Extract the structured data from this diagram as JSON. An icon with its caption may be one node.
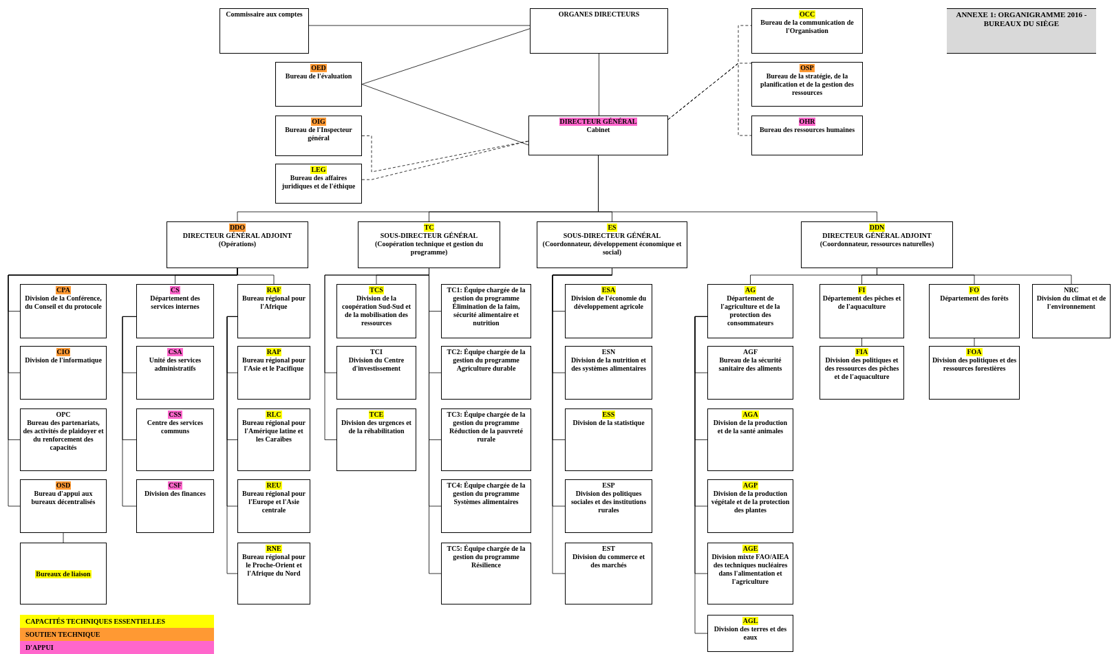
{
  "diagram": {
    "title": "ANNEXE 1: ORGANIGRAMME 2016 - BUREAUX DU SIÈGE",
    "nodes": [
      {
        "text": [
          "Commissaire aux comptes"
        ]
      },
      {
        "text": [
          "ORGANES DIRECTEURS"
        ]
      },
      {
        "text": [
          "OED",
          "Bureau de l'évaluation"
        ]
      },
      {
        "text": [
          "OIG",
          "Bureau de l'Inspecteur général"
        ]
      },
      {
        "text": [
          "LEG",
          "Bureau des affaires juridiques et de l'éthique"
        ]
      },
      {
        "text": [
          "DIRECTEUR GÉNÉRAL",
          "Cabinet"
        ]
      },
      {
        "text": [
          "OCC",
          "Bureau de la communication de l'Organisation"
        ]
      },
      {
        "text": [
          "OSP",
          "Bureau de la stratégie, de la planification et de la gestion des ressources"
        ]
      },
      {
        "text": [
          "OHR",
          "Bureau des ressources humaines"
        ]
      },
      {
        "text": [
          "DDO",
          "DIRECTEUR GÉNÉRAL ADJOINT",
          "(Opérations)"
        ]
      },
      {
        "text": [
          "TC",
          "SOUS-DIRECTEUR GÉNÉRAL",
          "(Coopération technique et gestion du programme)"
        ]
      },
      {
        "text": [
          "ES",
          "SOUS-DIRECTEUR GÉNÉRAL",
          "(Coordonnateur, développement économique et social)"
        ]
      },
      {
        "text": [
          "DDN",
          "DIRECTEUR GÉNÉRAL ADJOINT",
          "(Coordonnateur, ressources naturelles)"
        ]
      },
      {
        "text": [
          "CPA",
          "Division de la Conférence, du Conseil et du protocole"
        ]
      },
      {
        "text": [
          "CIO",
          "Division de l'informatique"
        ]
      },
      {
        "text": [
          "OPC",
          "Bureau des partenariats, des activités de plaidoyer et du renforcement des capacités"
        ]
      },
      {
        "text": [
          "OSD",
          "Bureau d'appui aux bureaux décentralisés"
        ]
      },
      {
        "text": [
          "Bureaux de liaison"
        ]
      },
      {
        "text": [
          "CS",
          "Département des services internes"
        ]
      },
      {
        "text": [
          "CSA",
          "Unité des services administratifs"
        ]
      },
      {
        "text": [
          "CSS",
          "Centre des services communs"
        ]
      },
      {
        "text": [
          "CSF",
          "Division des finances"
        ]
      },
      {
        "text": [
          "RAF",
          "Bureau régional pour l'Afrique"
        ]
      },
      {
        "text": [
          "RAP",
          "Bureau régional pour l'Asie et le Pacifique"
        ]
      },
      {
        "text": [
          "RLC",
          "Bureau régional pour l'Amérique latine et les Caraïbes"
        ]
      },
      {
        "text": [
          "REU",
          "Bureau régional pour l'Europe et l'Asie centrale"
        ]
      },
      {
        "text": [
          "RNE",
          "Bureau régional pour le Proche-Orient et l'Afrique du Nord"
        ]
      },
      {
        "text": [
          "TCS",
          "Division de la coopération Sud-Sud et de la mobilisation des ressources"
        ]
      },
      {
        "text": [
          "TCI",
          "Division du Centre d'investissement"
        ]
      },
      {
        "text": [
          "TCE",
          "Division des urgences et de la réhabilitation"
        ]
      },
      {
        "text": [
          "TC1: Équipe chargée de la gestion du programme Élimination de la faim, sécurité alimentaire et nutrition"
        ]
      },
      {
        "text": [
          "TC2: Équipe chargée de la gestion du programme Agriculture durable"
        ]
      },
      {
        "text": [
          "TC3: Équipe chargée de la gestion du programme Réduction de la pauvreté rurale"
        ]
      },
      {
        "text": [
          "TC4: Équipe chargée de la gestion du programme Systèmes alimentaires"
        ]
      },
      {
        "text": [
          "TC5: Équipe chargée de la gestion du programme Résilience"
        ]
      },
      {
        "text": [
          "ESA",
          "Division de l'économie du développement agricole"
        ]
      },
      {
        "text": [
          "ESN",
          "Division de la nutrition et des systèmes alimentaires"
        ]
      },
      {
        "text": [
          "ESS",
          "Division de la statistique"
        ]
      },
      {
        "text": [
          "ESP",
          "Division des politiques sociales et des institutions rurales"
        ]
      },
      {
        "text": [
          "EST",
          "Division du commerce et des marchés"
        ]
      },
      {
        "text": [
          "AG",
          "Département de l'agriculture et de la protection des consommateurs"
        ]
      },
      {
        "text": [
          "AGF",
          "Bureau de la sécurité sanitaire des aliments"
        ]
      },
      {
        "text": [
          "AGA",
          "Division de la production et de la santé animales"
        ]
      },
      {
        "text": [
          "AGP",
          "Division de la production végétale et de la protection des plantes"
        ]
      },
      {
        "text": [
          "AGE",
          "Division mixte FAO/AIEA des techniques nucléaires dans l'alimentation et l'agriculture"
        ]
      },
      {
        "text": [
          "AGL",
          "Division des terres et des eaux"
        ]
      },
      {
        "text": [
          "FI",
          "Département des pêches et de l'aquaculture"
        ]
      },
      {
        "text": [
          "FIA",
          "Division des politiques et des ressources des pêches et de l'aquaculture"
        ]
      },
      {
        "text": [
          "FO",
          "Département des forêts"
        ]
      },
      {
        "text": [
          "FOA",
          "Division des politiques et des ressources forestières"
        ]
      },
      {
        "text": [
          "NRC",
          "Division du climat et de l'environnement"
        ]
      }
    ],
    "edges": [
      {
        "from": 0,
        "to": 1,
        "arrow": "none"
      },
      {
        "from": 2,
        "to": 1,
        "arrow": "none"
      },
      {
        "from": 2,
        "to": 5,
        "arrow": "none"
      },
      {
        "from": 3,
        "to": 5,
        "arrow": "none",
        "style": "dashed"
      },
      {
        "from": 4,
        "to": 5,
        "arrow": "none",
        "style": "dashed"
      },
      {
        "from": 1,
        "to": 5,
        "arrow": "none"
      },
      {
        "from": 5,
        "to": 6,
        "arrow": "none",
        "style": "dashed"
      },
      {
        "from": 5,
        "to": 7,
        "arrow": "none",
        "style": "dashed"
      },
      {
        "from": 5,
        "to": 8,
        "arrow": "none",
        "style": "dashed"
      },
      {
        "from": 5,
        "to": 9,
        "arrow": "none"
      },
      {
        "from": 5,
        "to": 10,
        "arrow": "none"
      },
      {
        "from": 5,
        "to": 11,
        "arrow": "none"
      },
      {
        "from": 5,
        "to": 12,
        "arrow": "none"
      },
      {
        "from": 9,
        "to": 13,
        "arrow": "none"
      },
      {
        "from": 9,
        "to": 14,
        "arrow": "none"
      },
      {
        "from": 9,
        "to": 15,
        "arrow": "none"
      },
      {
        "from": 9,
        "to": 16,
        "arrow": "none"
      },
      {
        "from": 16,
        "to": 17,
        "arrow": "none"
      },
      {
        "from": 9,
        "to": 18,
        "arrow": "none"
      },
      {
        "from": 18,
        "to": 19,
        "arrow": "none"
      },
      {
        "from": 18,
        "to": 20,
        "arrow": "none"
      },
      {
        "from": 18,
        "to": 21,
        "arrow": "none"
      },
      {
        "from": 9,
        "to": 22,
        "arrow": "none"
      },
      {
        "from": 22,
        "to": 23,
        "arrow": "none"
      },
      {
        "from": 22,
        "to": 24,
        "arrow": "none"
      },
      {
        "from": 22,
        "to": 25,
        "arrow": "none"
      },
      {
        "from": 22,
        "to": 26,
        "arrow": "none"
      },
      {
        "from": 10,
        "to": 27,
        "arrow": "none"
      },
      {
        "from": 10,
        "to": 28,
        "arrow": "none"
      },
      {
        "from": 10,
        "to": 29,
        "arrow": "none"
      },
      {
        "from": 10,
        "to": 30,
        "arrow": "none"
      },
      {
        "from": 10,
        "to": 31,
        "arrow": "none"
      },
      {
        "from": 10,
        "to": 32,
        "arrow": "none"
      },
      {
        "from": 10,
        "to": 33,
        "arrow": "none"
      },
      {
        "from": 10,
        "to": 34,
        "arrow": "none"
      },
      {
        "from": 11,
        "to": 35,
        "arrow": "none"
      },
      {
        "from": 11,
        "to": 36,
        "arrow": "none"
      },
      {
        "from": 11,
        "to": 37,
        "arrow": "none"
      },
      {
        "from": 11,
        "to": 38,
        "arrow": "none"
      },
      {
        "from": 11,
        "to": 39,
        "arrow": "none"
      },
      {
        "from": 12,
        "to": 40,
        "arrow": "none"
      },
      {
        "from": 40,
        "to": 41,
        "arrow": "none"
      },
      {
        "from": 40,
        "to": 42,
        "arrow": "none"
      },
      {
        "from": 40,
        "to": 43,
        "arrow": "none"
      },
      {
        "from": 40,
        "to": 44,
        "arrow": "none"
      },
      {
        "from": 40,
        "to": 45,
        "arrow": "none"
      },
      {
        "from": 12,
        "to": 46,
        "arrow": "none"
      },
      {
        "from": 46,
        "to": 47,
        "arrow": "none"
      },
      {
        "from": 12,
        "to": 48,
        "arrow": "none"
      },
      {
        "from": 48,
        "to": 49,
        "arrow": "none"
      },
      {
        "from": 12,
        "to": 50,
        "arrow": "none"
      }
    ],
    "legend": [
      {
        "text": "CAPACITÉS TECHNIQUES ESSENTIELLES",
        "color": "#ffff00"
      },
      {
        "text": "SOUTIEN TECHNIQUE",
        "color": "#ff9933"
      },
      {
        "text": "D'APPUI",
        "color": "#ff66cc"
      }
    ]
  }
}
